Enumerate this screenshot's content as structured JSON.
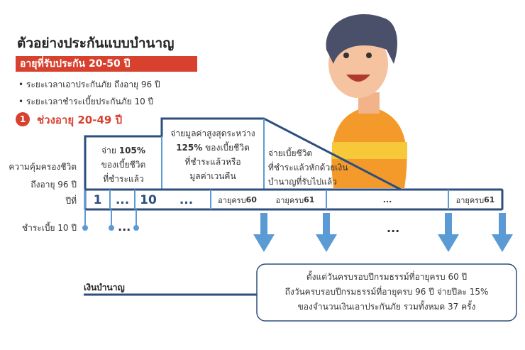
{
  "title": "ตัวอย่างประกันแบบบำนาญ",
  "age_banner": "อายุที่รับประกัน 20-50 ปี",
  "bullets": [
    "ระยะเวลาเอาประกันภัย ถึงอายุ 96 ปี",
    "ระยะเวลาชำระเบี้ยประกันภัย 10 ปี"
  ],
  "section": {
    "number": "1",
    "label": "ช่วงอายุ 20-49 ปี"
  },
  "left_labels": {
    "coverage_1": "ความคุ้มครองชีวิต",
    "coverage_2": "ถึงอายุ 96 ปี",
    "year": "ปีที่",
    "premium": "ชำระเบี้ย 10 ปี",
    "dots": "..."
  },
  "boxes": {
    "b1": [
      "จ่าย ",
      "105%",
      "ของเบี้ยชีวิต",
      "ที่ชำระแล้ว"
    ],
    "b2": [
      "จ่ายมูลค่าสูงสุดระหว่าง",
      "125%",
      " ของเบี้ยชีวิต",
      "ที่ชำระแล้วหรือ",
      "มูลค่าเวนคืน"
    ],
    "b3": [
      "จ่ายเบี้ยชีวิต",
      "ที่ชำระแล้วหักด้วยเงิน",
      "บำนาญที่รับไปแล้ว"
    ]
  },
  "row": {
    "c1": "1",
    "c2": "...",
    "c3": "10",
    "c4": "...",
    "c5_label": "อายุครบ ",
    "c5_val": "60",
    "c6_label": "อายุครบ ",
    "c6_val": "61",
    "c7": "...",
    "c8_label": "อายุครบ ",
    "c8_val": "61"
  },
  "arrows_dots": "...",
  "annuity": {
    "label": "เงินบำนาญ",
    "lines": [
      "ตั้งแต่วันครบรอบปีกรมธรรม์ที่อายุครบ 60 ปี",
      "ถึงวันครบรอบปีกรมธรรม์ที่อายุครบ 96 ปี จ่ายปีละ 15%",
      "ของจำนวนเงินเอาประกันภัย รวมทั้งหมด 37 ครั้ง"
    ]
  },
  "colors": {
    "red": "#d9412f",
    "navy": "#2d4e7e",
    "blue": "#5b9bd5"
  }
}
